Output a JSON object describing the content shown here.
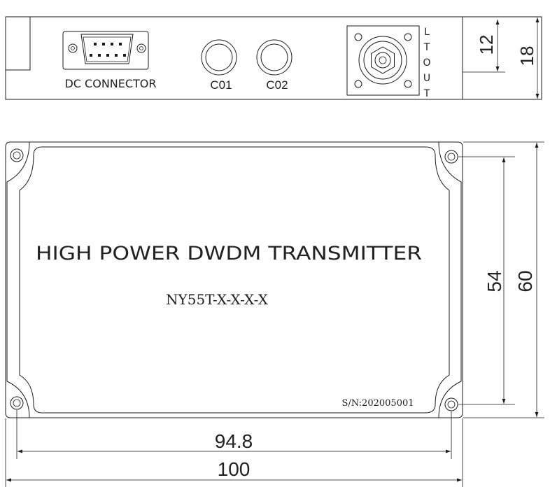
{
  "side_view": {
    "connector_label": "DC CONNECTOR",
    "port1_label": "C01",
    "port2_label": "C02",
    "output_label_letters": [
      "L",
      "T",
      "O",
      "U",
      "T"
    ],
    "dim_inner_height": "12",
    "dim_outer_height": "18"
  },
  "top_view": {
    "title": "HIGH POWER DWDM TRANSMITTER",
    "model": "NY55T-X-X-X-X",
    "serial": "S/N:202005001",
    "dim_hole_spacing_vertical": "54",
    "dim_height": "60",
    "dim_hole_spacing_horizontal": "94.8",
    "dim_width": "100"
  }
}
